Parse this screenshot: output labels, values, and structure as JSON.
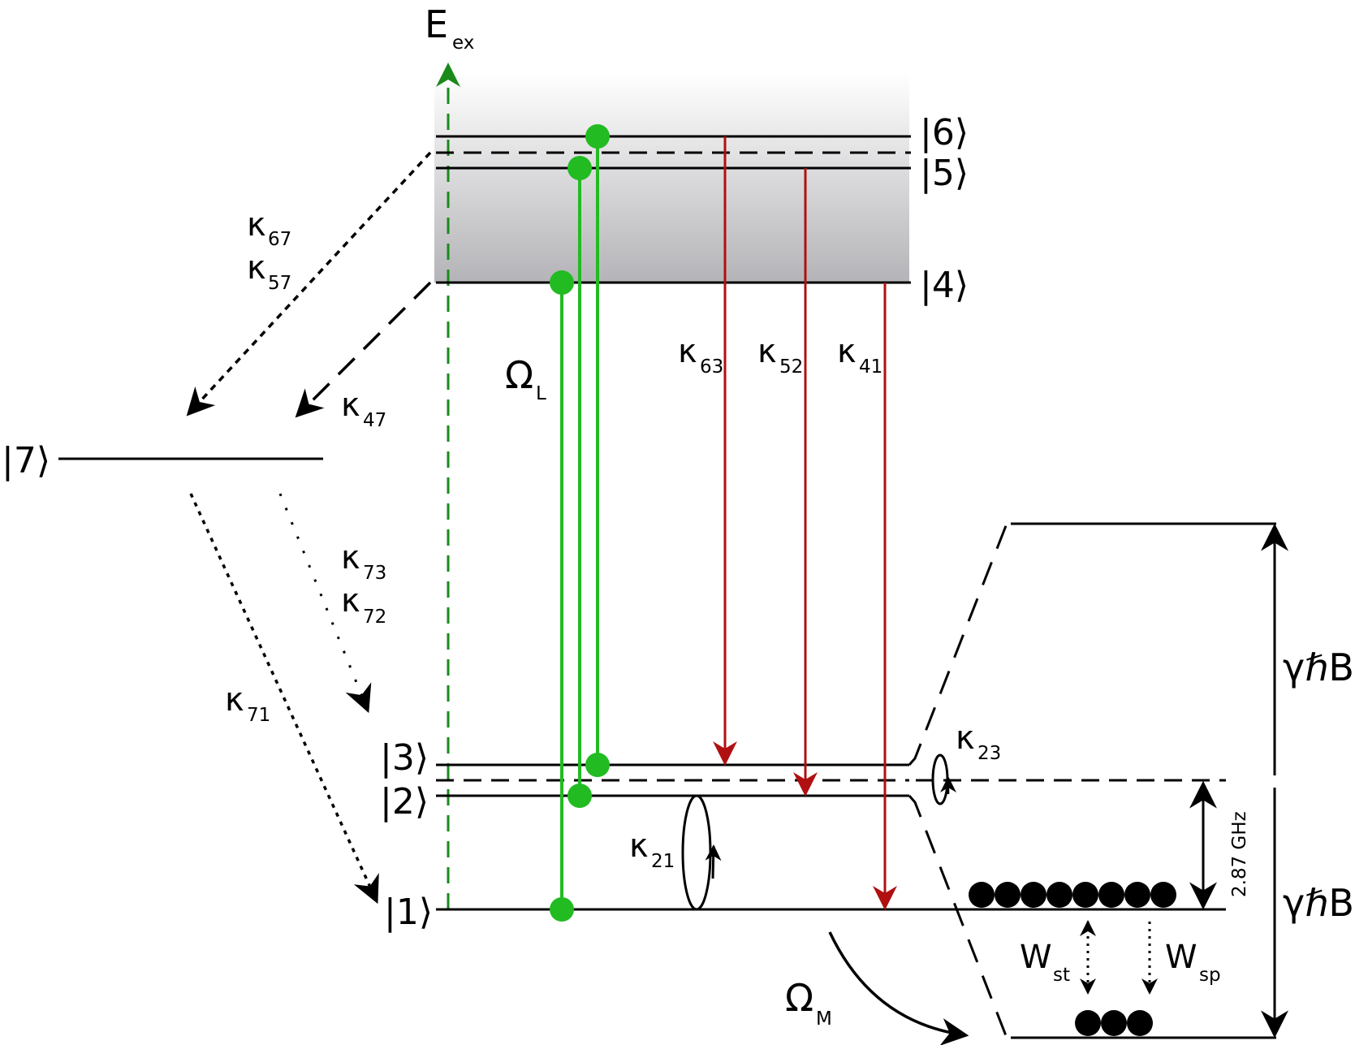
{
  "levels": {
    "l1": "|1⟩",
    "l2": "|2⟩",
    "l3": "|3⟩",
    "l4": "|4⟩",
    "l5": "|5⟩",
    "l6": "|6⟩",
    "l7": "|7⟩"
  },
  "energy_axis": {
    "label": "E",
    "sub": "ex"
  },
  "rates": {
    "k67": {
      "sym": "κ",
      "sub": "67"
    },
    "k57": {
      "sym": "κ",
      "sub": "57"
    },
    "k47": {
      "sym": "κ",
      "sub": "47"
    },
    "k73": {
      "sym": "κ",
      "sub": "73"
    },
    "k72": {
      "sym": "κ",
      "sub": "72"
    },
    "k71": {
      "sym": "κ",
      "sub": "71"
    },
    "k63": {
      "sym": "κ",
      "sub": "63"
    },
    "k52": {
      "sym": "κ",
      "sub": "52"
    },
    "k41": {
      "sym": "κ",
      "sub": "41"
    },
    "k21": {
      "sym": "κ",
      "sub": "21"
    },
    "k23": {
      "sym": "κ",
      "sub": "23"
    }
  },
  "rabi": {
    "laser": {
      "sym": "Ω",
      "sub": "L"
    },
    "microwave": {
      "sym": "Ω",
      "sub": "M"
    }
  },
  "maser": {
    "w_st": {
      "sym": "W",
      "sub": "st"
    },
    "w_sp": {
      "sym": "W",
      "sub": "sp"
    },
    "zero_field_splitting": "2.87 GHz",
    "zeeman_upper": "γℏB",
    "zeeman_lower": "γℏB",
    "populations": {
      "lower_level_count": 8,
      "upper_level_count": 3
    }
  },
  "colors": {
    "pump_green": "#22bb22",
    "axis_green": "#1a8a1a",
    "decay_red": "#b01010",
    "line_black": "#000000"
  }
}
